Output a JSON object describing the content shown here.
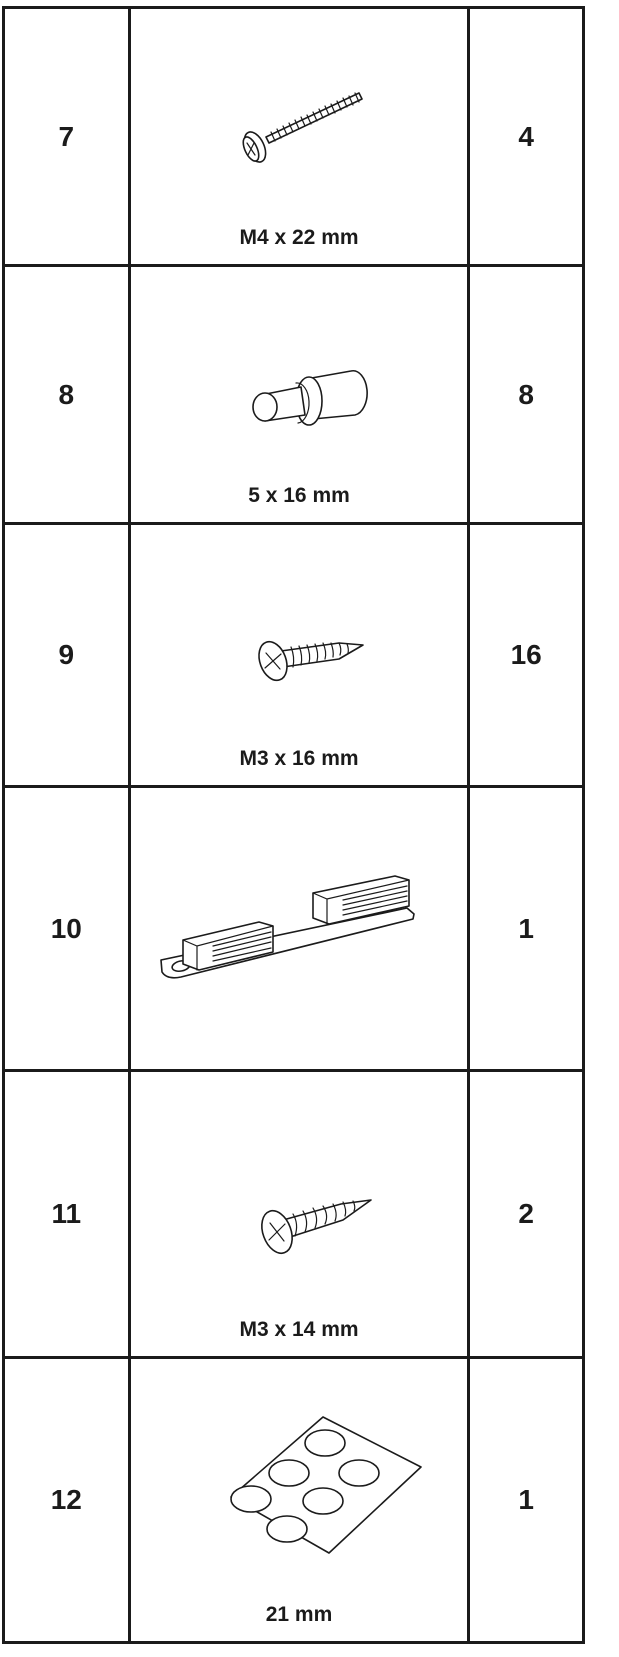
{
  "parts": [
    {
      "number": "7",
      "icon": "phillips-machine-screw-icon",
      "size": "M4 x 22 mm",
      "quantity": "4"
    },
    {
      "number": "8",
      "icon": "shelf-pin-icon",
      "size": "5 x 16 mm",
      "quantity": "8"
    },
    {
      "number": "9",
      "icon": "pan-head-wood-screw-icon",
      "size": "M3 x 16 mm",
      "quantity": "16"
    },
    {
      "number": "10",
      "icon": "magnetic-catch-icon",
      "size": "",
      "quantity": "1"
    },
    {
      "number": "11",
      "icon": "countersunk-wood-screw-icon",
      "size": "M3 x 14 mm",
      "quantity": "2"
    },
    {
      "number": "12",
      "icon": "felt-bumper-pads-icon",
      "size": "21 mm",
      "quantity": "1"
    }
  ]
}
